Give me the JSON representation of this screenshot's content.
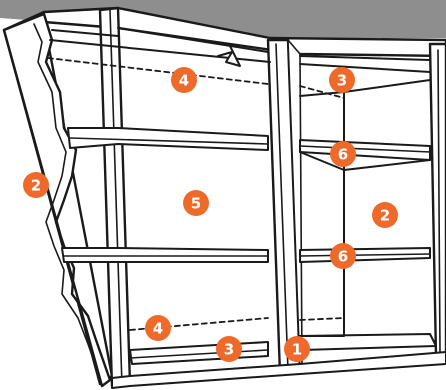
{
  "colors": {
    "header_band": "#8e8e8e",
    "outline": "#1a1a1a",
    "background": "#ffffff",
    "callout_fill": "#ee6a2a",
    "callout_text": "#ffffff"
  },
  "callouts": [
    {
      "id": "c1",
      "number": "1"
    },
    {
      "id": "c2-left",
      "number": "2"
    },
    {
      "id": "c2-right",
      "number": "2"
    },
    {
      "id": "c3-top",
      "number": "3"
    },
    {
      "id": "c3-bottom",
      "number": "3"
    },
    {
      "id": "c4-top",
      "number": "4"
    },
    {
      "id": "c4-bottom",
      "number": "4"
    },
    {
      "id": "c5",
      "number": "5"
    },
    {
      "id": "c6-upper",
      "number": "6"
    },
    {
      "id": "c6-lower",
      "number": "6"
    }
  ]
}
